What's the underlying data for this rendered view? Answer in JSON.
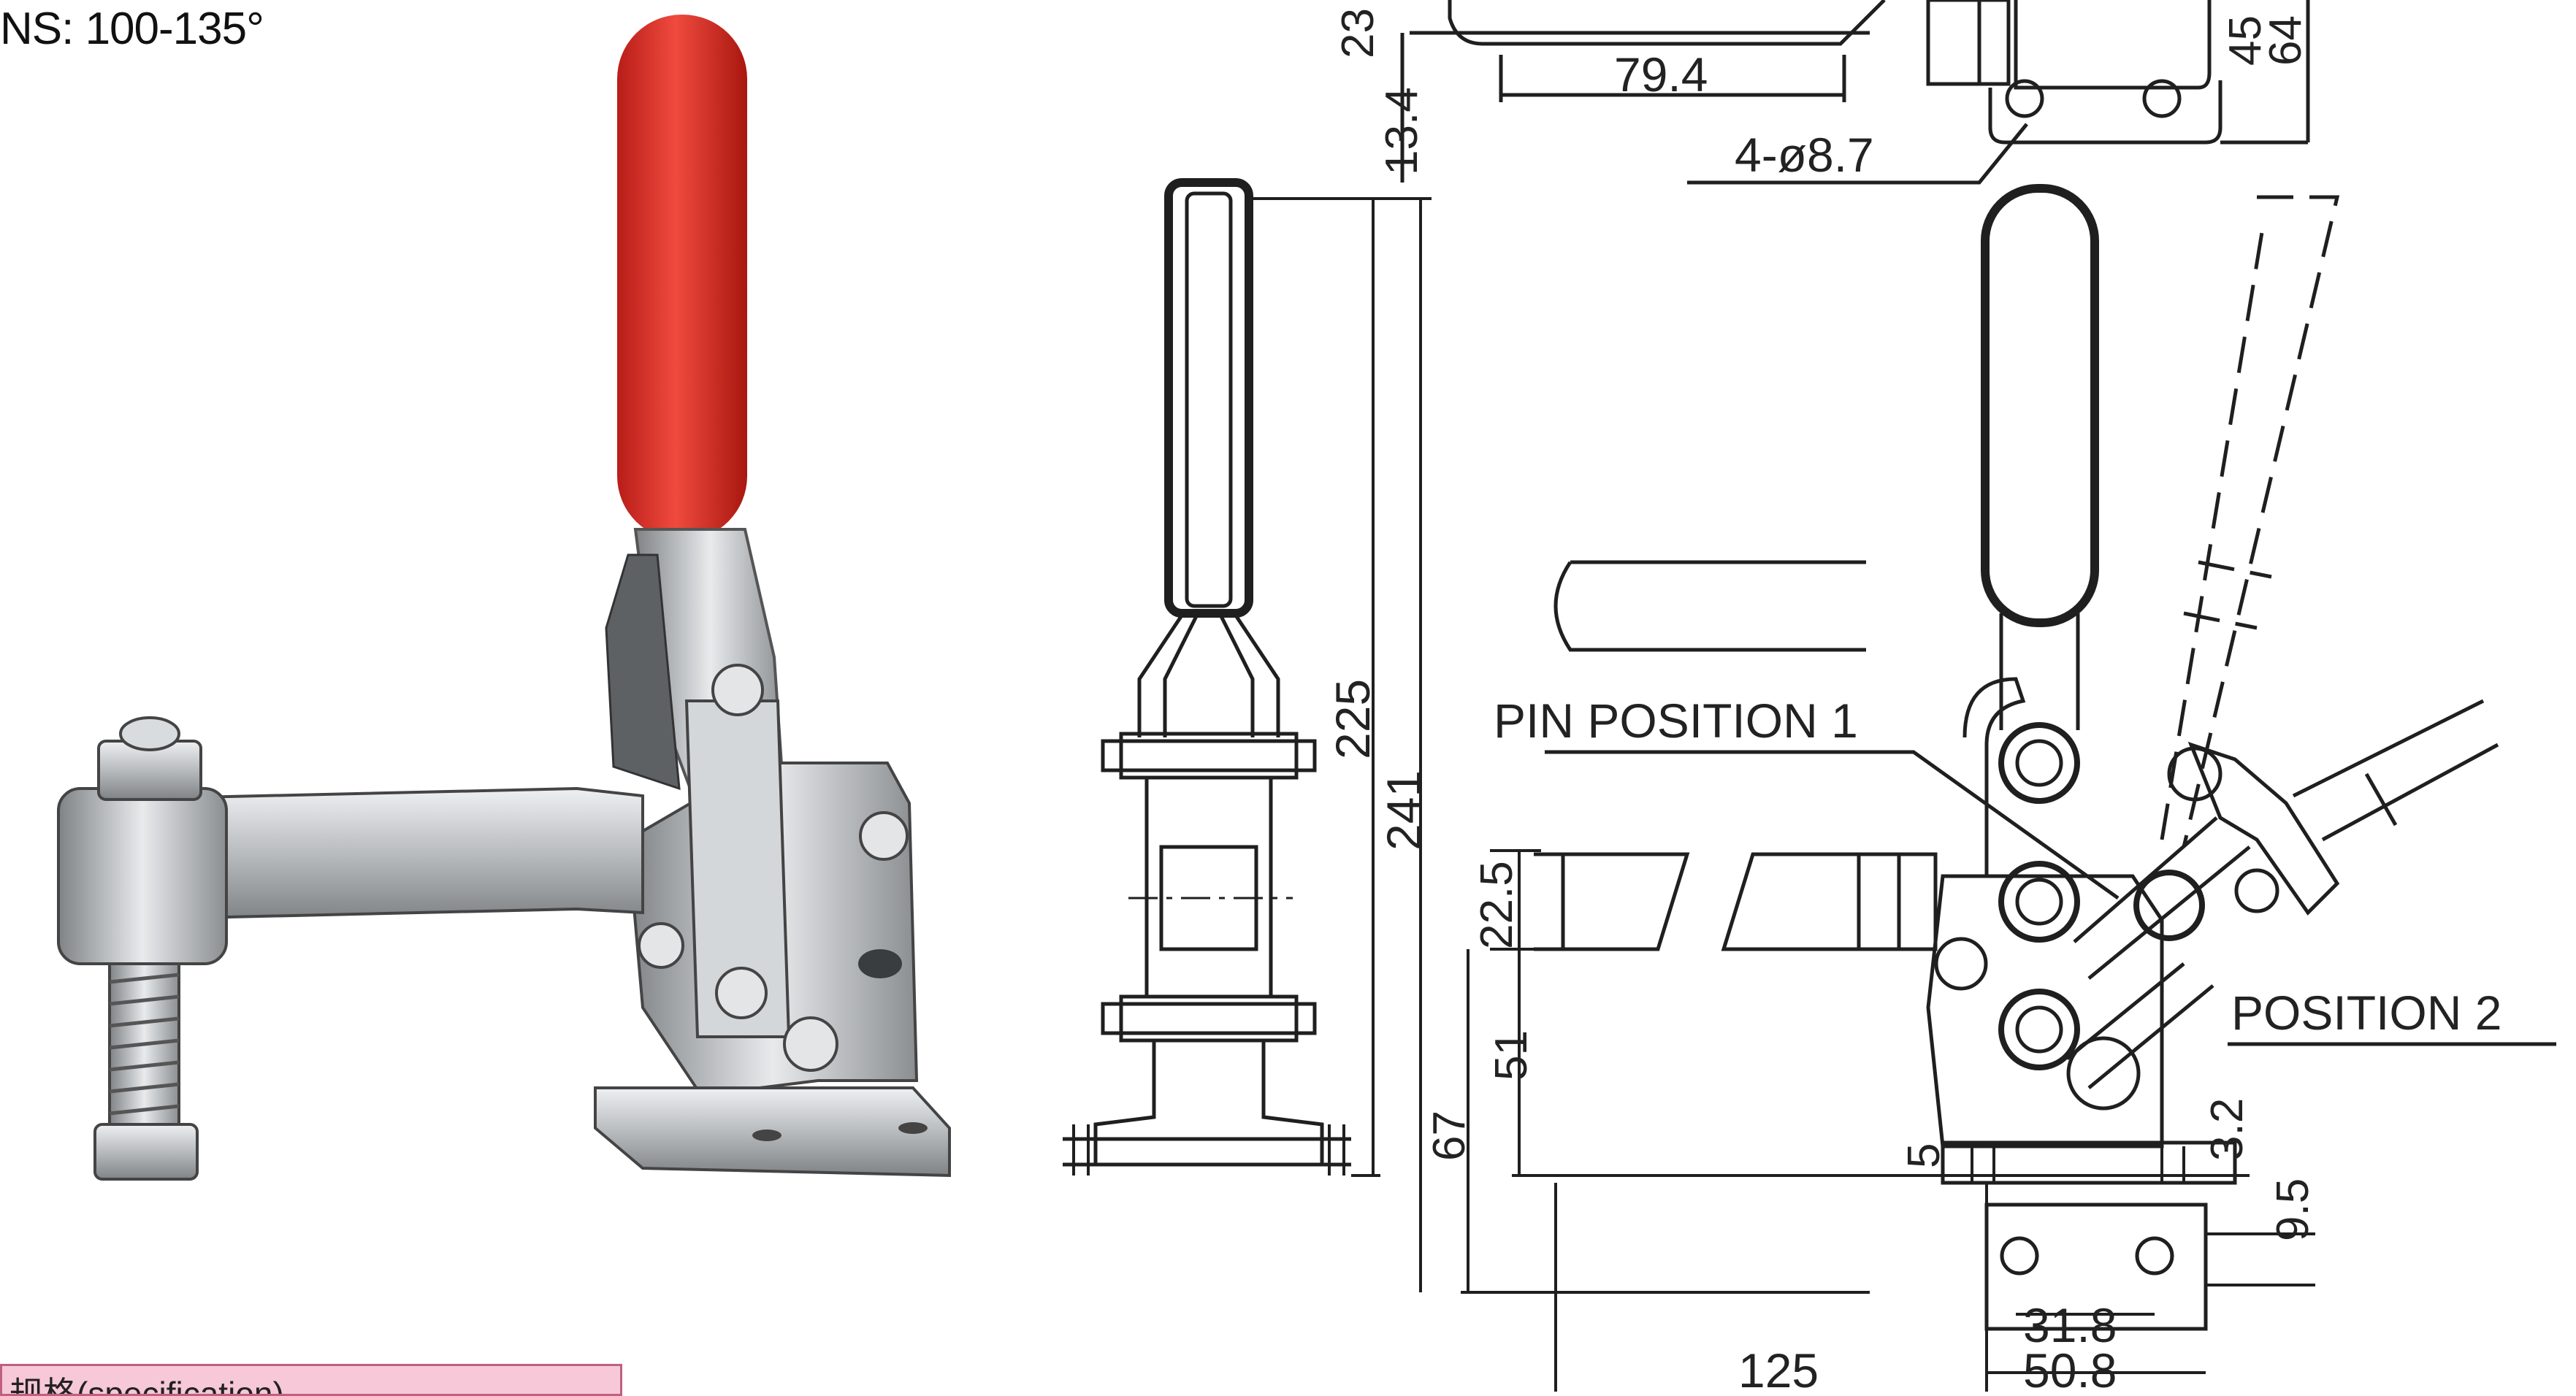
{
  "angle_text": "NS: 100-135°",
  "spec_text": "规格(specification)",
  "labels": {
    "pin_position": "PIN POSITION 1",
    "position2": "POSITION 2",
    "holes": "4-ø8.7"
  },
  "dimensions": {
    "d23": "23",
    "d13_4": "13.4",
    "d79_4": "79.4",
    "d45": "45",
    "d64": "64",
    "d225": "225",
    "d241": "241",
    "d22_5": "22.5",
    "d51": "51",
    "d67": "67",
    "d5": "5",
    "d3_2": "3.2",
    "d9_5": "9.5",
    "d125": "125",
    "d31_8": "31.8",
    "d50_8": "50.8"
  },
  "colors": {
    "handle_red": "#e2342c",
    "steel": "#c9cbcd",
    "line": "#1f1f1f"
  }
}
